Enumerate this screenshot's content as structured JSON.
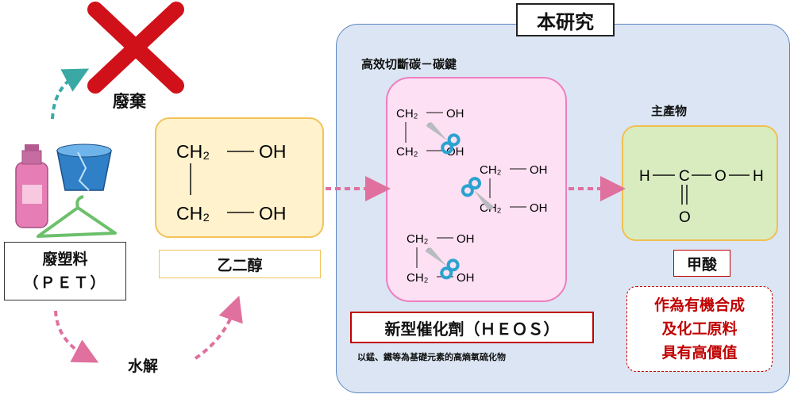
{
  "left": {
    "discard_label": "廢棄",
    "waste_plastic_line1": "廢塑料",
    "waste_plastic_line2": "（ＰＥＴ）",
    "hydrolysis_label": "水解"
  },
  "ethylene_glycol": {
    "formula_top": "CH₂",
    "formula_top_group": "OH",
    "formula_bottom": "CH₂",
    "formula_bottom_group": "OH",
    "name": "乙二醇"
  },
  "study": {
    "title": "本研究",
    "cleavage_label": "高效切斷碳－碳鍵",
    "molecules": [
      {
        "top": "CH₂",
        "top_group": "OH",
        "bottom": "CH₂",
        "bottom_group": "OH"
      },
      {
        "top": "CH₂",
        "top_group": "OH",
        "bottom": "CH₂",
        "bottom_group": "OH"
      },
      {
        "top": "CH₂",
        "top_group": "OH",
        "bottom": "CH₂",
        "bottom_group": "OH"
      }
    ],
    "catalyst_label": "新型催化劑（ＨＥＯＳ）",
    "catalyst_note": "以錳、鐵等為基礎元素的高熵氧硫化物",
    "product_heading": "主產物",
    "product_formula": {
      "h_left": "H",
      "c": "C",
      "o": "O",
      "h_right": "H",
      "carbonyl_o": "O"
    },
    "product_name": "甲酸",
    "value_lines": [
      "作為有機合成",
      "及化工原料",
      "具有高價值"
    ]
  },
  "colors": {
    "study_bg": "#dbe5f3",
    "study_border": "#5b87c5",
    "glycol_bg": "#fff2cc",
    "glycol_border": "#f2c35a",
    "catalyst_bg": "#fde0f4",
    "catalyst_border": "#ee7fbf",
    "product_bg": "#d9ecc0",
    "product_border": "#f0c050",
    "accent_red": "#c00000",
    "arrow_pink": "#e0709e",
    "arrow_teal": "#3aa9a6"
  }
}
